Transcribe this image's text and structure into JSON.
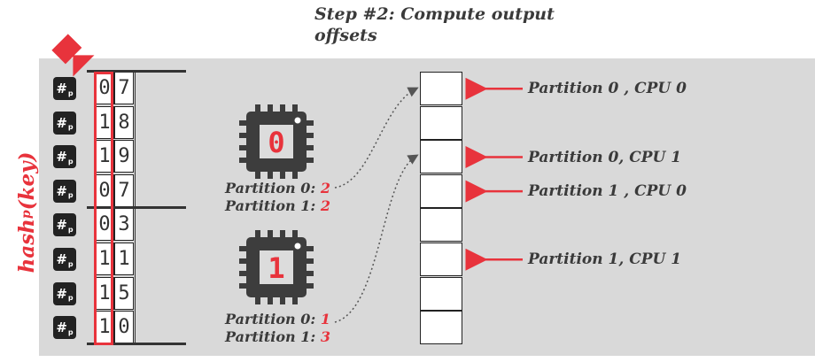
{
  "title": "Step #2: Compute output offsets",
  "side_label": {
    "main": "hash",
    "sub": "p",
    "suffix": "(key)"
  },
  "hash_badge": {
    "symbol": "#",
    "sub": "p"
  },
  "keys": [
    {
      "d1": "0",
      "d2": "7"
    },
    {
      "d1": "1",
      "d2": "8"
    },
    {
      "d1": "1",
      "d2": "9"
    },
    {
      "d1": "0",
      "d2": "7"
    },
    {
      "d1": "0",
      "d2": "3"
    },
    {
      "d1": "1",
      "d2": "1"
    },
    {
      "d1": "1",
      "d2": "5"
    },
    {
      "d1": "1",
      "d2": "0"
    }
  ],
  "cpus": [
    {
      "id": "0",
      "counts": [
        {
          "label": "Partition 0: ",
          "value": "2"
        },
        {
          "label": "Partition 1: ",
          "value": "2"
        }
      ]
    },
    {
      "id": "1",
      "counts": [
        {
          "label": "Partition 0: ",
          "value": "1"
        },
        {
          "label": "Partition 1: ",
          "value": "3"
        }
      ]
    }
  ],
  "output_slots": 8,
  "output_labels": [
    {
      "text": "Partition 0 , CPU 0",
      "slot": 0
    },
    {
      "text": "Partition 0, CPU 1",
      "slot": 2
    },
    {
      "text": "Partition 1 , CPU 0",
      "slot": 3
    },
    {
      "text": "Partition 1, CPU 1",
      "slot": 5
    }
  ],
  "colors": {
    "accent": "#e8333c",
    "chip": "#3d3d3d",
    "panel": "#d9d9d9",
    "text": "#3a3a3a"
  }
}
